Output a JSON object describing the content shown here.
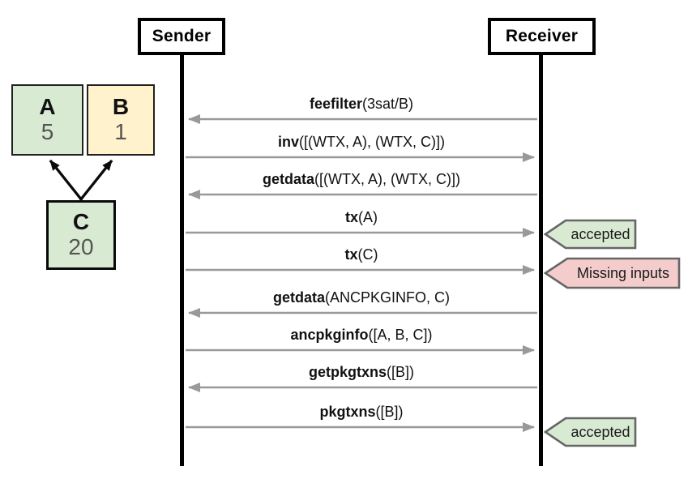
{
  "participants": [
    {
      "label": "Sender"
    },
    {
      "label": "Receiver"
    }
  ],
  "tx_graph": {
    "nodes": [
      {
        "id": "A",
        "label": "A",
        "value": "5",
        "fill": "#d9ead3"
      },
      {
        "id": "B",
        "label": "B",
        "value": "1",
        "fill": "#fff2cc"
      },
      {
        "id": "C",
        "label": "C",
        "value": "20",
        "fill": "#d9ead3"
      }
    ],
    "edges": [
      {
        "from": "C",
        "to": "A"
      },
      {
        "from": "C",
        "to": "B"
      }
    ]
  },
  "messages": [
    {
      "name": "feefilter",
      "args": "(3sat/B)",
      "from": "Receiver",
      "to": "Sender",
      "direction": "left"
    },
    {
      "name": "inv",
      "args": "([(WTX, A), (WTX, C)])",
      "from": "Sender",
      "to": "Receiver",
      "direction": "right"
    },
    {
      "name": "getdata",
      "args": "([(WTX, A), (WTX, C)])",
      "from": "Receiver",
      "to": "Sender",
      "direction": "left"
    },
    {
      "name": "tx",
      "args": "(A)",
      "from": "Sender",
      "to": "Receiver",
      "direction": "right",
      "result": "accepted"
    },
    {
      "name": "tx",
      "args": "(C)",
      "from": "Sender",
      "to": "Receiver",
      "direction": "right",
      "result": "Missing inputs"
    },
    {
      "name": "getdata",
      "args": "(ANCPKGINFO, C)",
      "from": "Receiver",
      "to": "Sender",
      "direction": "left"
    },
    {
      "name": "ancpkginfo",
      "args": "([A, B, C])",
      "from": "Sender",
      "to": "Receiver",
      "direction": "right"
    },
    {
      "name": "getpkgtxns",
      "args": "([B])",
      "from": "Receiver",
      "to": "Sender",
      "direction": "left"
    },
    {
      "name": "pkgtxns",
      "args": "([B])",
      "from": "Sender",
      "to": "Receiver",
      "direction": "right",
      "result": "accepted"
    }
  ],
  "annotations": [
    {
      "label": "accepted",
      "kind": "success",
      "fill": "#d9ead3"
    },
    {
      "label": "Missing inputs",
      "kind": "error",
      "fill": "#f4cccc"
    },
    {
      "label": "accepted",
      "kind": "success",
      "fill": "#d9ead3"
    }
  ],
  "colors": {
    "node_green": "#d9ead3",
    "node_yellow": "#fff2cc",
    "badge_red": "#f4cccc",
    "arrow_gray": "#999999",
    "badge_border": "#666666",
    "line_black": "#000000"
  }
}
